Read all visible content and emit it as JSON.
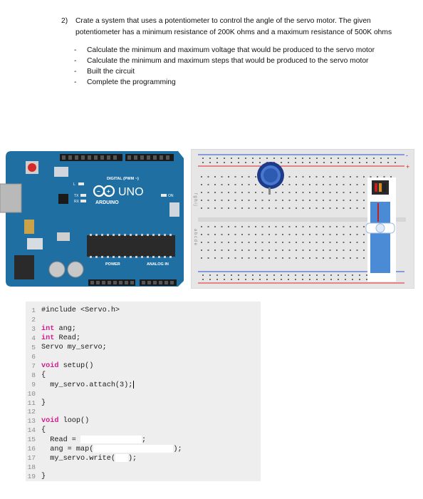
{
  "task": {
    "number": "2)",
    "question": "Crate a system that uses a potentiometer to control the angle of the servo motor. The given potentiometer has a minimum resistance of 200K ohms and a maximum resistance of 500K ohms",
    "bullet": "-",
    "subtasks": [
      "Calculate the minimum and maximum voltage that would be produced to the servo motor",
      "Calculate the minimum and maximum steps that would be produced to the servo motor",
      "Built the circuit",
      "Complete the programming"
    ]
  },
  "arduino": {
    "digital_label": "DIGITAL (PWM ~)",
    "brand_label": "UNO",
    "name_label": "ARDUINO",
    "power_label": "POWER",
    "analog_label": "ANALOG IN",
    "l_label": "L",
    "tx_label": "TX",
    "rx_label": "RX",
    "on_label": "ON",
    "board_color": "#1f6fa3"
  },
  "breadboard": {
    "row_letters_top": "f g h i j",
    "row_letters_bottom": "a b c d e",
    "plus": "+",
    "minus": "-"
  },
  "code": {
    "lines": [
      "#include <Servo.h>",
      "",
      "int ang;",
      "int Read;",
      "Servo my_servo;",
      "",
      "void setup()",
      "{",
      "  my_servo.attach(3);",
      "",
      "}",
      "",
      "void loop()",
      "{",
      "  Read = ",
      "  ang = map(",
      "  my_servo.write(",
      "",
      "}"
    ],
    "line_numbers": [
      "1",
      "2",
      "3",
      "4",
      "5",
      "6",
      "7",
      "8",
      "9",
      "10",
      "11",
      "12",
      "13",
      "14",
      "15",
      "16",
      "17",
      "18",
      "19"
    ],
    "keywords": [
      "int",
      "void"
    ],
    "line15_tail": ";",
    "line16_tail": ");",
    "line17_tail": ");",
    "keyword_color": "#cf1f8f"
  }
}
